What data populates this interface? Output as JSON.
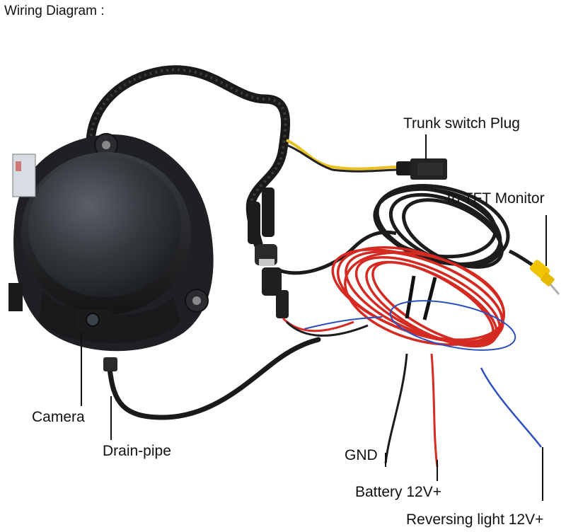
{
  "title": "Wiring Diagram :",
  "labels": {
    "trunk_switch_plug": "Trunk switch Plug",
    "tft_monitor": "To TFT Monitor",
    "camera": "Camera",
    "drain_pipe": "Drain-pipe",
    "gnd": "GND",
    "battery": "Battery 12V+",
    "reversing_light": "Reversing light 12V+"
  },
  "colors": {
    "harness": "#1a1a1a",
    "red_wire": "#d42a22",
    "blue_wire": "#2b4fc0",
    "yellow_wire": "#e8c020",
    "rca_yellow": "#f0c400",
    "camera_body": "#2a2d30"
  }
}
